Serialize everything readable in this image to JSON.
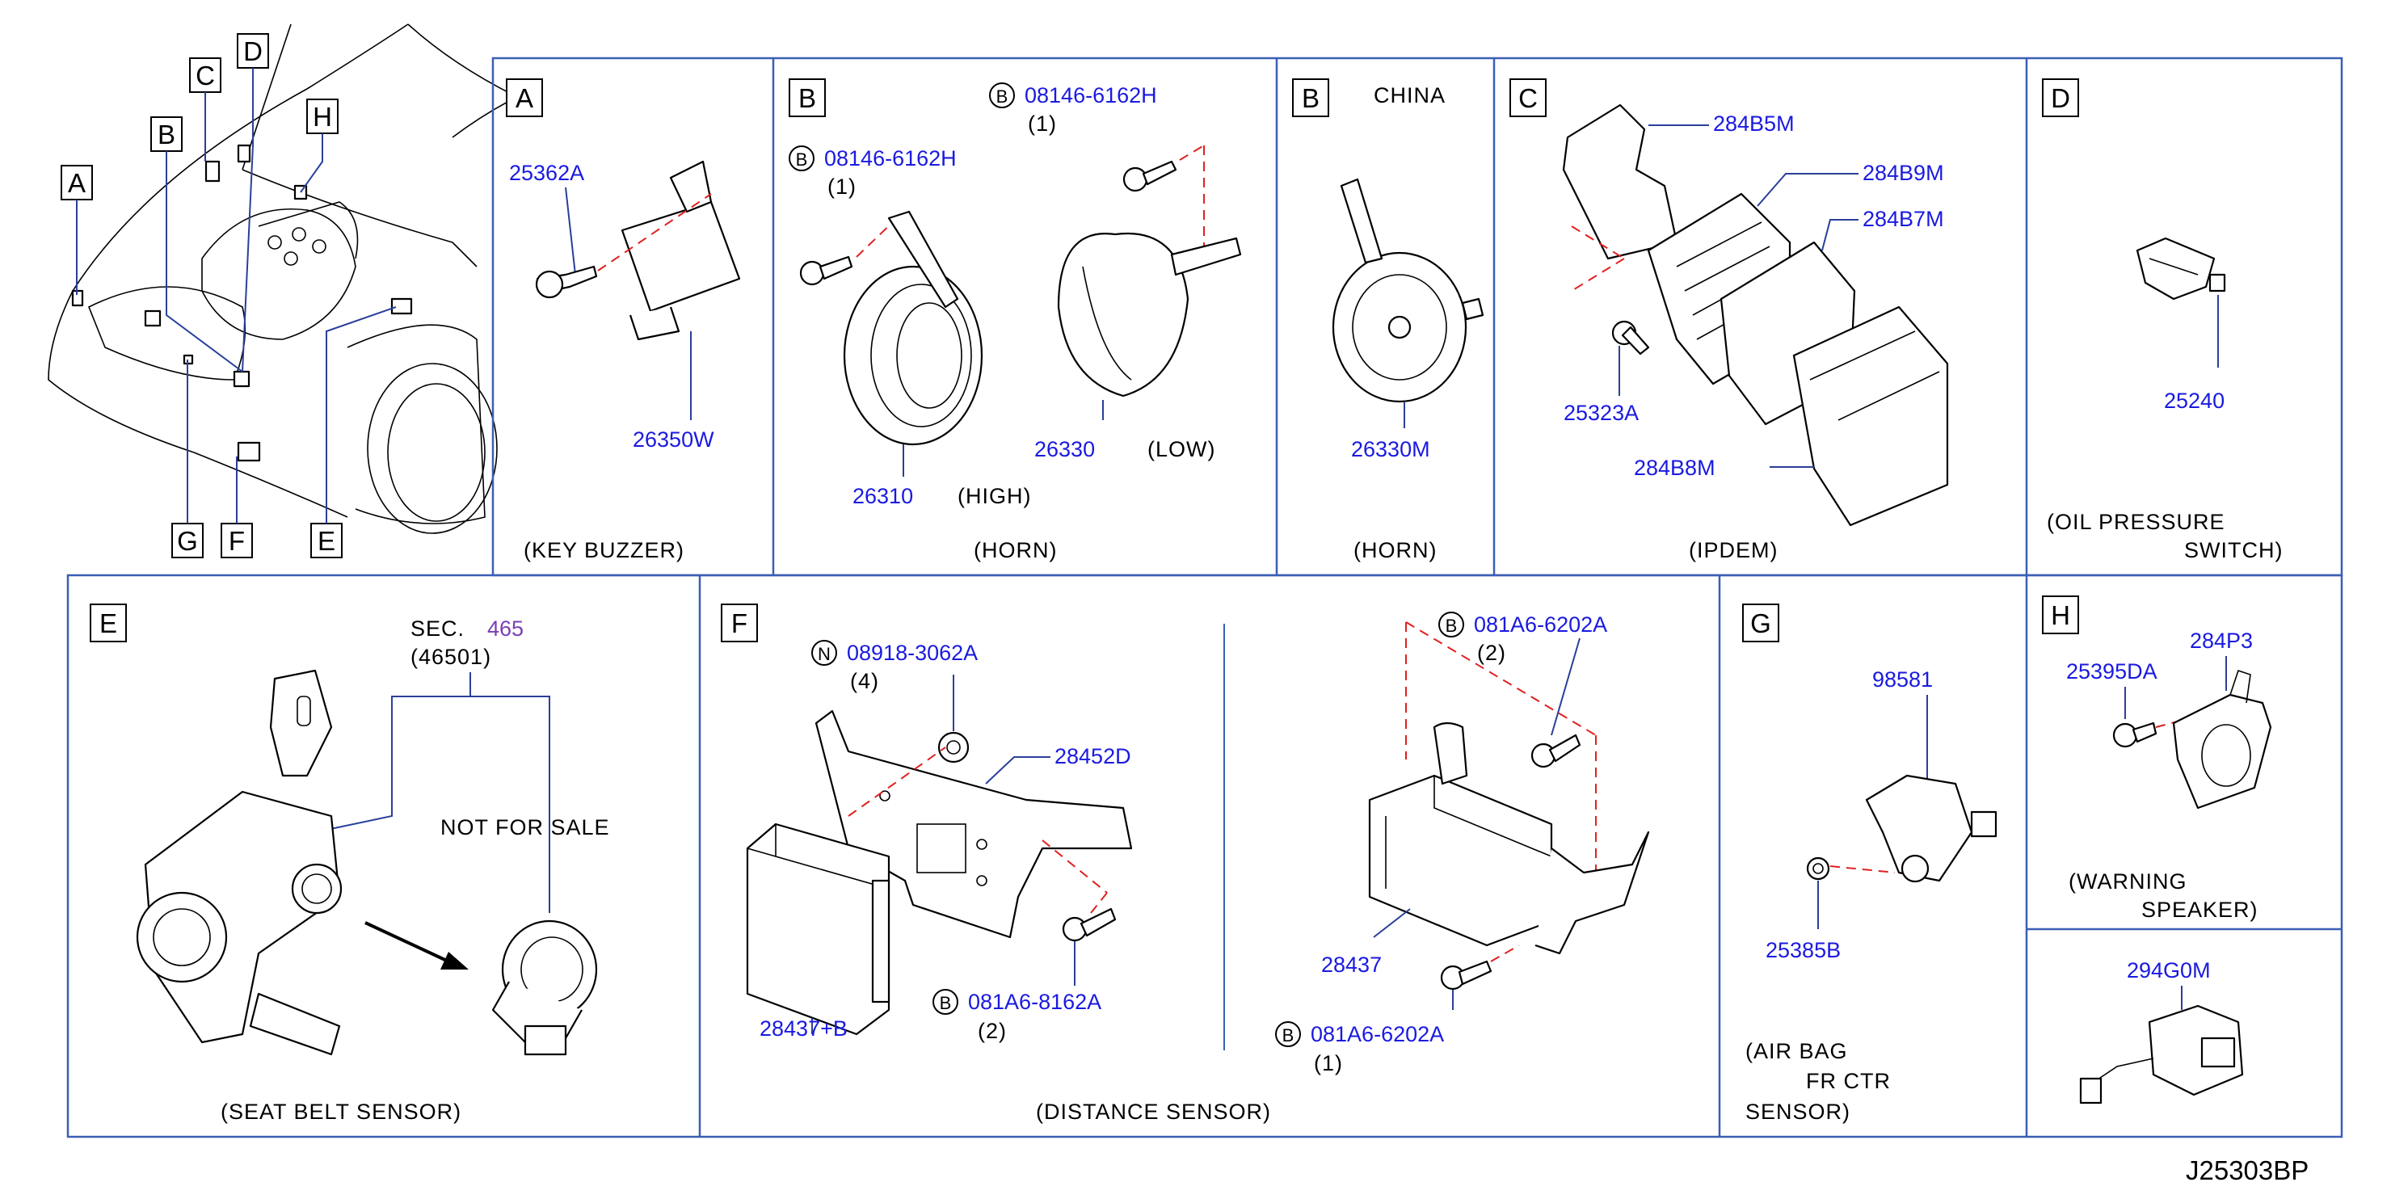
{
  "diagram_code": "J25303BP",
  "overview": {
    "callouts": [
      "A",
      "B",
      "C",
      "D",
      "H",
      "G",
      "F",
      "E"
    ]
  },
  "panels": {
    "A": {
      "letter": "A",
      "caption": "(KEY   BUZZER)",
      "parts": [
        "25362A",
        "26350W"
      ]
    },
    "B1": {
      "letter": "B",
      "caption": "(HORN)",
      "bolt_prefix": "B",
      "bolt1": "08146-6162H",
      "bolt1_qty": "(1)",
      "bolt2": "08146-6162H",
      "bolt2_qty": "(1)",
      "part_high": "26310",
      "high_label": "(HIGH)",
      "part_low": "26330",
      "low_label": "(LOW)"
    },
    "B2": {
      "letter": "B",
      "title": "CHINA",
      "caption": "(HORN)",
      "parts": [
        "26330M"
      ]
    },
    "C": {
      "letter": "C",
      "caption": "(IPDEM)",
      "parts": [
        "284B5M",
        "284B9M",
        "284B7M",
        "25323A",
        "284B8M"
      ]
    },
    "D": {
      "letter": "D",
      "caption_line1": "(OIL    PRESSURE",
      "caption_line2": "SWITCH)",
      "parts": [
        "25240"
      ]
    },
    "E": {
      "letter": "E",
      "sec_label": "SEC.",
      "sec_num": "465",
      "sec_sub": "(46501)",
      "nfs": "NOT    FOR    SALE",
      "caption": "(SEAT    BELT    SENSOR)"
    },
    "F": {
      "letter": "F",
      "nut_prefix": "N",
      "nut": "08918-3062A",
      "nut_qty": "(4)",
      "bracket": "28452D",
      "unit": "28437+B",
      "bolt_prefix": "B",
      "bolt_a": "081A6-8162A",
      "bolt_a_qty": "(2)",
      "bolt_b": "081A6-6202A",
      "bolt_b_qty": "(2)",
      "unit2": "28437",
      "bolt_c": "081A6-6202A",
      "bolt_c_qty": "(1)",
      "caption": "(DISTANCE    SENSOR)"
    },
    "G": {
      "letter": "G",
      "parts": [
        "98581",
        "25385B"
      ],
      "caption_line1": "(AIR    BAG",
      "caption_line2": "FR    CTR",
      "caption_line3": "SENSOR)"
    },
    "H": {
      "letter": "H",
      "parts": [
        "284P3",
        "25395DA"
      ],
      "caption_line1": "(WARNING",
      "caption_line2": "SPEAKER)"
    },
    "H2": {
      "parts": [
        "294G0M"
      ]
    }
  }
}
